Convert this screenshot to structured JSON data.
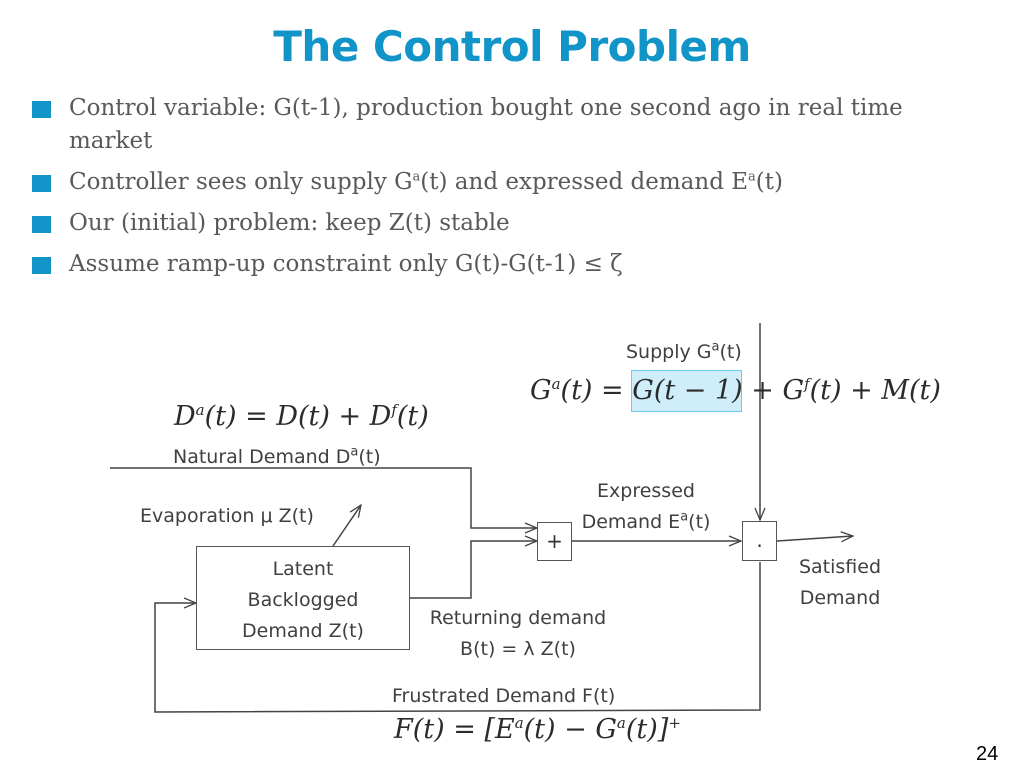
{
  "title": "The Control Problem",
  "bullets": [
    {
      "pre": "Control variable:  G(t-1), production bought one second ago in real time market"
    },
    {
      "pre": "Controller sees only supply G",
      "sup1": "a",
      "mid": "(t) and expressed demand E",
      "sup2": "a",
      "post": "(t)"
    },
    {
      "pre": "Our (initial) problem: keep Z(t) stable"
    },
    {
      "pre": "Assume ramp-up constraint only  G(t)-G(t-1) ≤ ζ"
    }
  ],
  "diagram": {
    "supply_label": {
      "pre": "Supply G",
      "sup": "a",
      "post": "(t)"
    },
    "supply_eq": {
      "lhs": "G",
      "lhs_sup": "a",
      "lhs_arg": "(t) = ",
      "highlight": "G(t − 1)",
      "rest1": " + G",
      "rest_sup": "f",
      "rest2": "(t) + M(t)"
    },
    "demand_eq": {
      "a": "D",
      "a_sup": "a",
      "b": "(t) = D(t) + D",
      "b_sup": "f",
      "c": "(t)"
    },
    "natural_demand": {
      "pre": "Natural Demand D",
      "sup": "a",
      "post": "(t)"
    },
    "expressed_line1": "Expressed",
    "expressed_line2": {
      "pre": "Demand E",
      "sup": "a",
      "post": "(t)"
    },
    "evaporation": "Evaporation μ Z(t)",
    "latent": [
      "Latent",
      "Backlogged",
      "Demand Z(t)"
    ],
    "plus_op": "+",
    "dot_op": ".",
    "satisfied": [
      "Satisfied",
      "Demand"
    ],
    "returning": [
      "Returning demand",
      "B(t) = λ Z(t)"
    ],
    "frustrated": "Frustrated Demand F(t)",
    "frustrated_eq": {
      "a": "F(t) = [E",
      "a_sup": "a",
      "b": "(t) − G",
      "b_sup": "a",
      "c": "(t)]",
      "c_sup": "+"
    }
  },
  "page_number": "24"
}
